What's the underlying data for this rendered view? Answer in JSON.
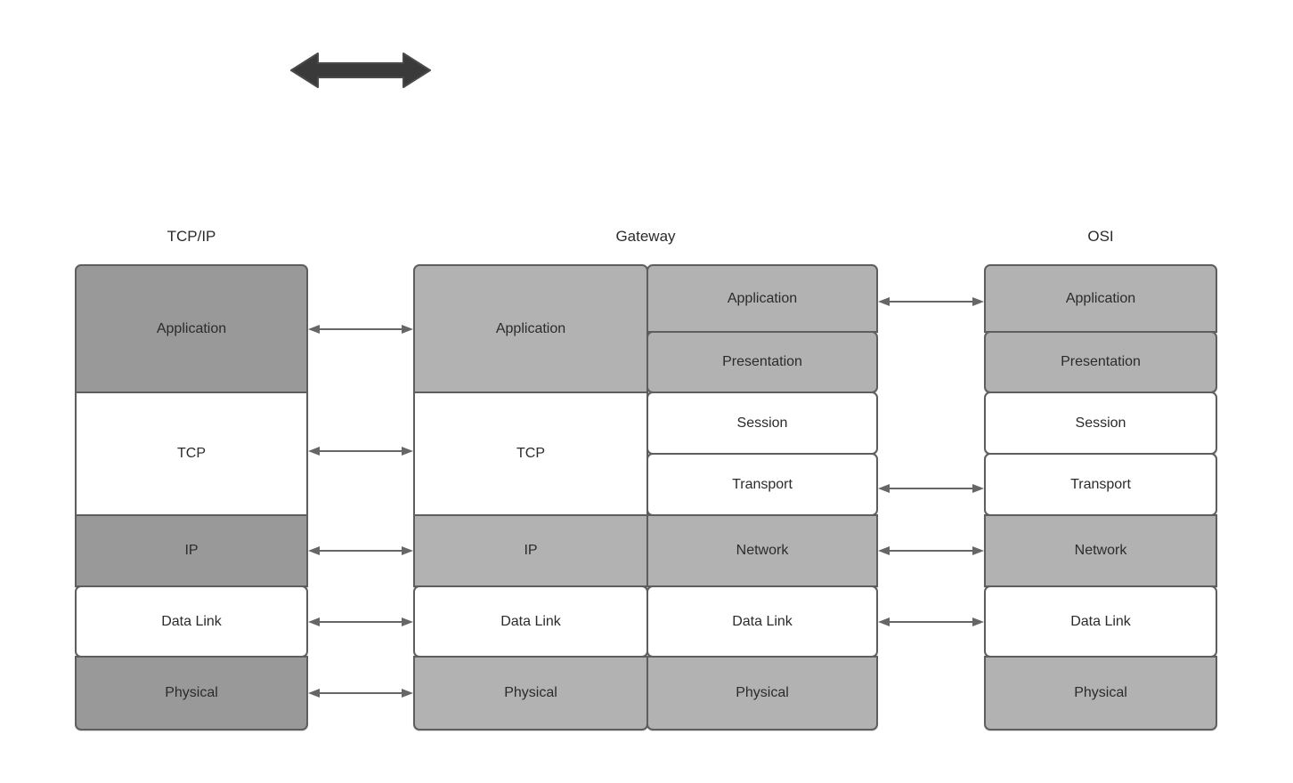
{
  "diagram": {
    "title_top_arrow": "bidirectional-arrow",
    "colors": {
      "dark_gray_fill": "#999999",
      "gray_fill": "#b2b2b2",
      "white_fill": "#ffffff",
      "border": "#5e5e5e",
      "arrow": "#666666",
      "big_arrow": "#3a3a3a",
      "text": "#2b2b2b"
    },
    "columns": [
      {
        "id": "tcpip",
        "title": "TCP/IP",
        "layers": [
          {
            "label": "Application",
            "fill": "dark_gray"
          },
          {
            "label": "TCP",
            "fill": "white"
          },
          {
            "label": "IP",
            "fill": "dark_gray"
          },
          {
            "label": "Data Link",
            "fill": "white"
          },
          {
            "label": "Physical",
            "fill": "dark_gray"
          }
        ]
      },
      {
        "id": "gateway",
        "title": "Gateway",
        "left_layers": [
          {
            "label": "Application",
            "fill": "gray"
          },
          {
            "label": "TCP",
            "fill": "white"
          },
          {
            "label": "IP",
            "fill": "gray"
          },
          {
            "label": "Data Link",
            "fill": "white"
          },
          {
            "label": "Physical",
            "fill": "gray"
          }
        ],
        "right_layers": [
          {
            "label": "Application",
            "fill": "gray"
          },
          {
            "label": "Presentation",
            "fill": "gray"
          },
          {
            "label": "Session",
            "fill": "white"
          },
          {
            "label": "Transport",
            "fill": "white"
          },
          {
            "label": "Network",
            "fill": "gray"
          },
          {
            "label": "Data Link",
            "fill": "white"
          },
          {
            "label": "Physical",
            "fill": "gray"
          }
        ]
      },
      {
        "id": "osi",
        "title": "OSI",
        "layers": [
          {
            "label": "Application",
            "fill": "gray"
          },
          {
            "label": "Presentation",
            "fill": "gray"
          },
          {
            "label": "Session",
            "fill": "white"
          },
          {
            "label": "Transport",
            "fill": "white"
          },
          {
            "label": "Network",
            "fill": "gray"
          },
          {
            "label": "Data Link",
            "fill": "white"
          },
          {
            "label": "Physical",
            "fill": "gray"
          }
        ]
      }
    ],
    "connectors_left": [
      {
        "from": "Application",
        "to": "Application"
      },
      {
        "from": "TCP",
        "to": "TCP"
      },
      {
        "from": "IP",
        "to": "IP"
      },
      {
        "from": "Data Link",
        "to": "Data Link"
      },
      {
        "from": "Physical",
        "to": "Physical"
      }
    ],
    "connectors_right": [
      {
        "from": "Application",
        "to": "Application"
      },
      {
        "from": "Transport",
        "to": "Transport"
      },
      {
        "from": "Network",
        "to": "Network"
      },
      {
        "from": "Data Link",
        "to": "Data Link"
      }
    ]
  }
}
